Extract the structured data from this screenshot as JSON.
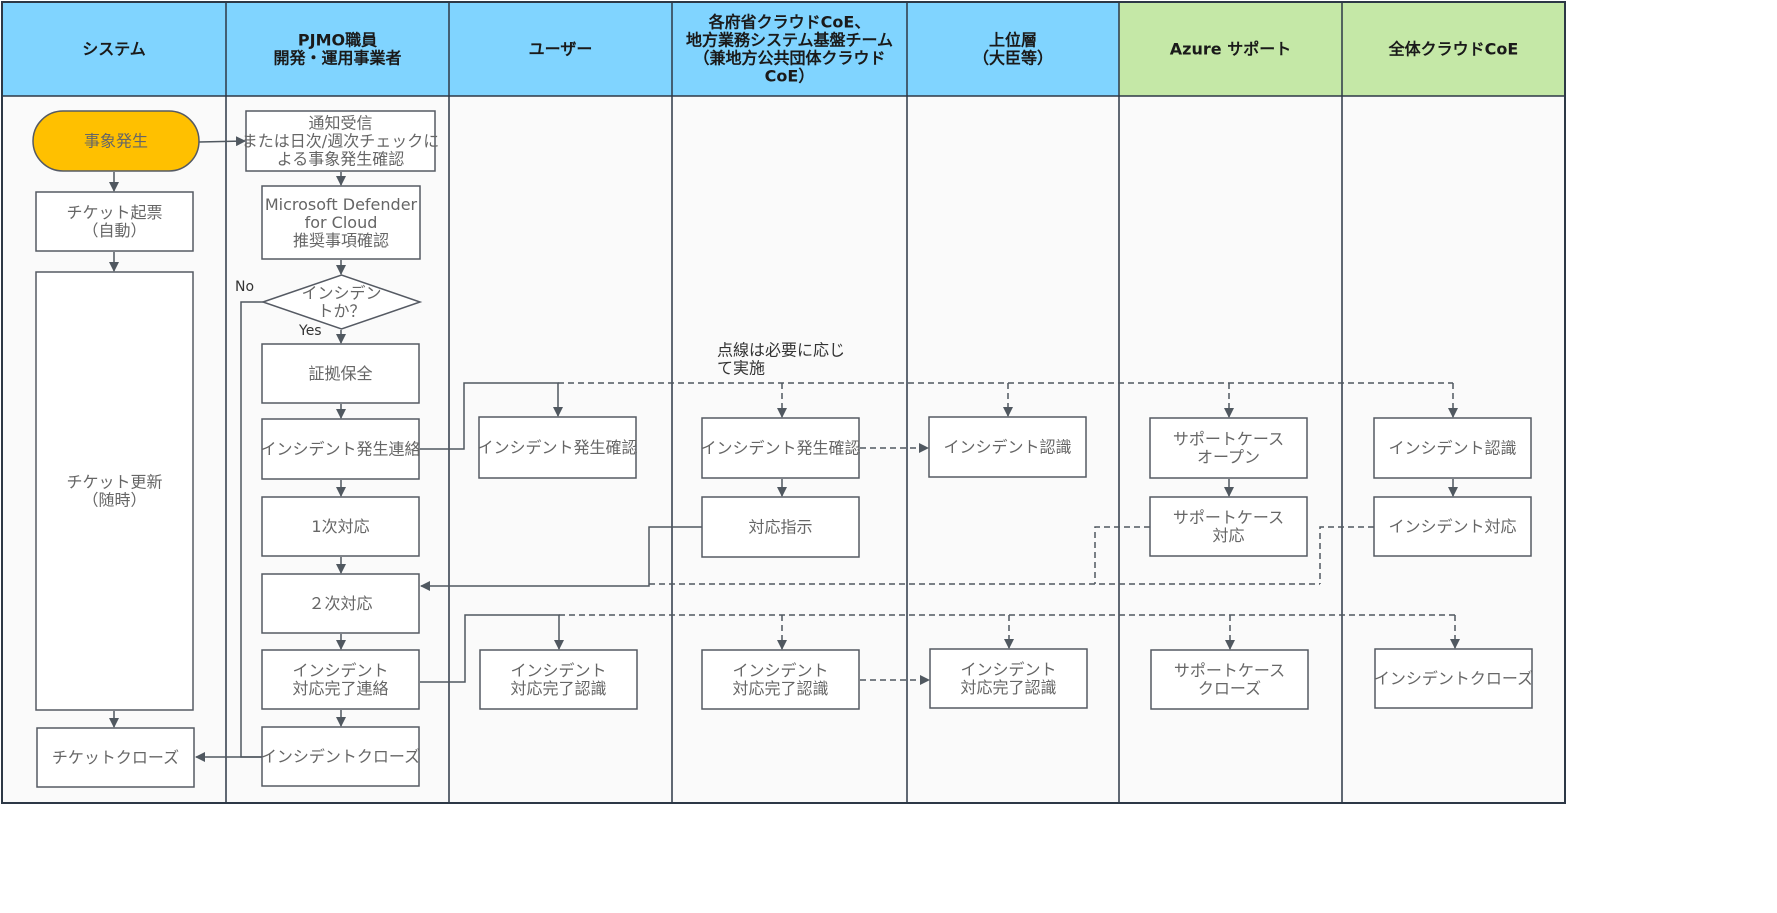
{
  "lanes": [
    {
      "id": "system",
      "lines": [
        "システム"
      ],
      "color": "#80D4FF"
    },
    {
      "id": "pjmo",
      "lines": [
        "PJMO職員",
        "開発・運用事業者"
      ],
      "color": "#80D4FF"
    },
    {
      "id": "user",
      "lines": [
        "ユーザー"
      ],
      "color": "#80D4FF"
    },
    {
      "id": "coe",
      "lines": [
        "各府省クラウドCoE、",
        "地方業務システム基盤チーム",
        "（兼地方公共団体クラウド",
        "CoE）"
      ],
      "color": "#80D4FF"
    },
    {
      "id": "upper",
      "lines": [
        "上位層",
        "（大臣等）"
      ],
      "color": "#80D4FF"
    },
    {
      "id": "azure",
      "lines": [
        "Azure サポート"
      ],
      "color": "#C5E8A7"
    },
    {
      "id": "allcoe",
      "lines": [
        "全体クラウドCoE"
      ],
      "color": "#C5E8A7"
    }
  ],
  "nodes": [
    {
      "id": "start",
      "shape": "terminal",
      "lines": [
        "事象発生"
      ],
      "fill": "#FFC000"
    },
    {
      "id": "ticket-open",
      "lines": [
        "チケット起票",
        "（自動）"
      ]
    },
    {
      "id": "ticket-update",
      "lines": [
        "チケット更新",
        "（随時）"
      ]
    },
    {
      "id": "ticket-close",
      "lines": [
        "チケットクローズ"
      ]
    },
    {
      "id": "notify",
      "lines": [
        "通知受信",
        "または日次/週次チェックに",
        "よる事象発生確認"
      ]
    },
    {
      "id": "defender",
      "lines": [
        "Microsoft Defender",
        "for Cloud",
        "推奨事項確認"
      ]
    },
    {
      "id": "decision",
      "shape": "diamond",
      "lines": [
        "インシデン",
        "トか？"
      ]
    },
    {
      "id": "evidence",
      "lines": [
        "証拠保全"
      ]
    },
    {
      "id": "report",
      "lines": [
        "インシデント発生連絡"
      ]
    },
    {
      "id": "first",
      "lines": [
        "1次対応"
      ]
    },
    {
      "id": "second",
      "lines": [
        "２次対応"
      ]
    },
    {
      "id": "complete-report",
      "lines": [
        "インシデント",
        "対応完了連絡"
      ]
    },
    {
      "id": "pjmo-close",
      "lines": [
        "インシデントクローズ"
      ]
    },
    {
      "id": "user-confirm",
      "lines": [
        "インシデント発生確認"
      ]
    },
    {
      "id": "user-complete",
      "lines": [
        "インシデント",
        "対応完了認識"
      ]
    },
    {
      "id": "coe-confirm",
      "lines": [
        "インシデント発生確認"
      ]
    },
    {
      "id": "coe-instruct",
      "lines": [
        "対応指示"
      ]
    },
    {
      "id": "coe-complete",
      "lines": [
        "インシデント",
        "対応完了認識"
      ]
    },
    {
      "id": "upper-recognize",
      "lines": [
        "インシデント認識"
      ]
    },
    {
      "id": "upper-complete",
      "lines": [
        "インシデント",
        "対応完了認識"
      ]
    },
    {
      "id": "azure-open",
      "lines": [
        "サポートケース",
        "オープン"
      ]
    },
    {
      "id": "azure-handle",
      "lines": [
        "サポートケース",
        "対応"
      ]
    },
    {
      "id": "azure-close",
      "lines": [
        "サポートケース",
        "クローズ"
      ]
    },
    {
      "id": "allcoe-recognize",
      "lines": [
        "インシデント認識"
      ]
    },
    {
      "id": "allcoe-handle",
      "lines": [
        "インシデント対応"
      ]
    },
    {
      "id": "allcoe-close",
      "lines": [
        "インシデントクローズ"
      ]
    }
  ],
  "labels": {
    "no": "No",
    "yes": "Yes",
    "note_lines": [
      "点線は必要に応じ",
      "て実施"
    ]
  },
  "colors": {
    "line": "#505860",
    "box_border": "#555a63",
    "lane_border": "#2d3846",
    "body_bg": "#fafafa"
  }
}
